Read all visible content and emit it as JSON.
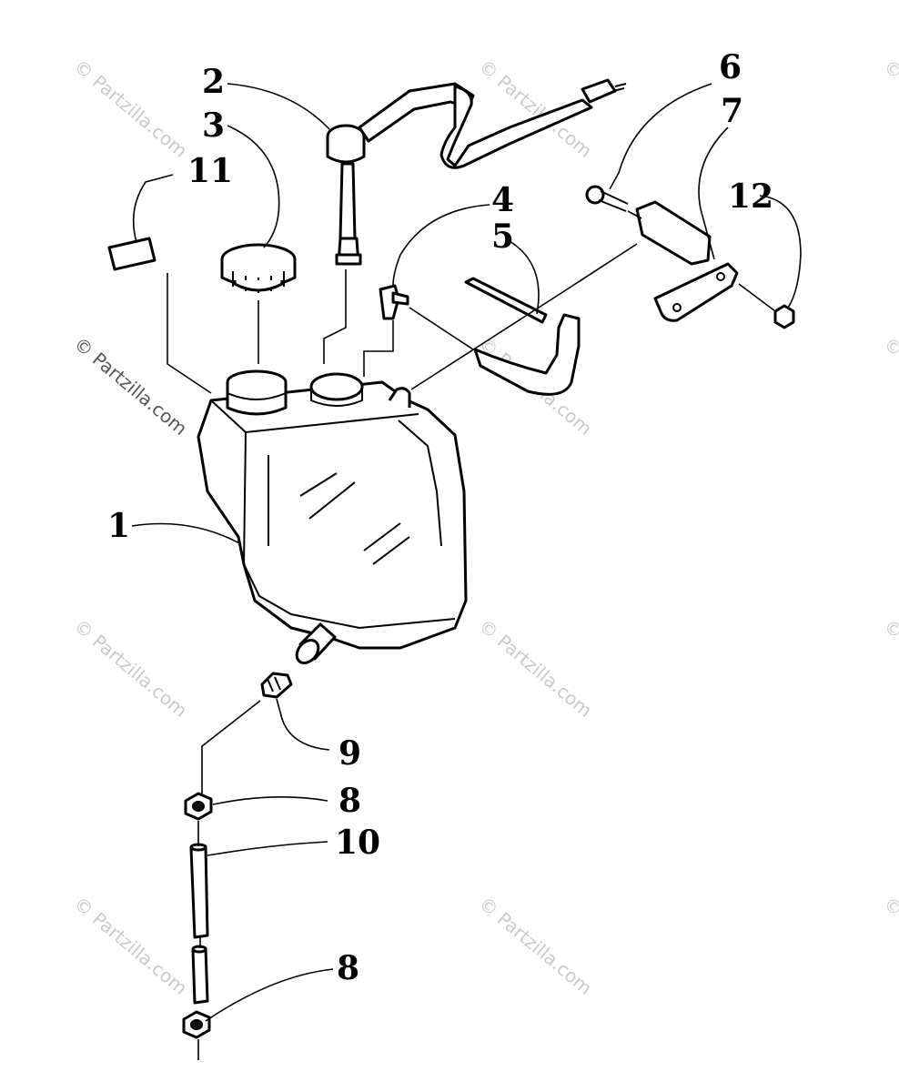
{
  "watermark": "© Partzilla.com",
  "callouts": {
    "c1": "1",
    "c2": "2",
    "c3": "3",
    "c4": "4",
    "c5": "5",
    "c6": "6",
    "c7": "7",
    "c8a": "8",
    "c8b": "8",
    "c9": "9",
    "c10": "10",
    "c11": "11",
    "c12": "12"
  }
}
